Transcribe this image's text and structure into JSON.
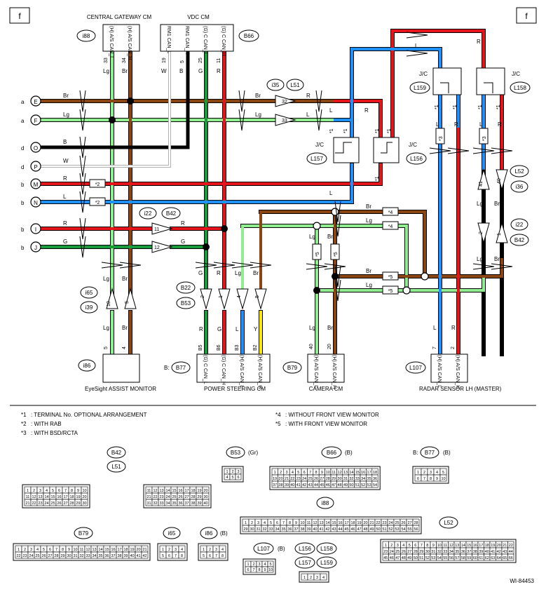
{
  "page_tag": "f",
  "doc_number": "WI-84453",
  "modules": {
    "gateway": {
      "title": "CENTRAL GATEWAY CM",
      "conn": "i88",
      "pins": [
        "33",
        "34"
      ],
      "pin_labels": [
        "(H) A/S CAN_L",
        "(H) A/S CAN_H"
      ]
    },
    "vdc": {
      "title": "VDC CM",
      "conn": "B66",
      "pins": [
        "19",
        "5",
        "25",
        "11"
      ],
      "pin_labels": [
        "RM1 CAN_L",
        "RM1 CAN_H",
        "(G) C CAN_L",
        "(G) C CAN_H"
      ]
    },
    "eyesight": {
      "title": "EyeSight ASSIST MONITOR",
      "conn": "i86",
      "pins": [
        "5",
        "4"
      ]
    },
    "ps": {
      "title": "POWER STEERING CM",
      "conn": "B77",
      "conn_prefix": "B:",
      "pins": [
        "B5",
        "B6",
        "B3",
        "B2"
      ],
      "pin_labels": [
        "(G) C CAN_L",
        "(G) C CAN_H",
        "(H) A/S CAN_L",
        "(H) A/S CAN_H"
      ]
    },
    "camera": {
      "title": "CAMERA CM",
      "conn": "B79",
      "pins": [
        "40",
        "20"
      ],
      "pin_labels": [
        "(H) A/S CAN_L",
        "(H) A/S CAN_H"
      ]
    },
    "radar": {
      "title": "RADAR SENSOR LH (MASTER)",
      "conn": "L107",
      "pins": [
        "7",
        "2"
      ],
      "pin_labels": [
        "(H) A/S CAN_L",
        "(H) A/S CAN_H"
      ]
    }
  },
  "left_terminals": [
    {
      "side": "a",
      "id": "E",
      "wire": "Br"
    },
    {
      "side": "a",
      "id": "F",
      "wire": "Lg"
    },
    {
      "side": "d",
      "id": "O",
      "wire": "B"
    },
    {
      "side": "d",
      "id": "P",
      "wire": "W"
    },
    {
      "side": "b",
      "id": "M",
      "wire": "R",
      "note": "*2"
    },
    {
      "side": "b",
      "id": "N",
      "wire": "L",
      "note": "*2"
    },
    {
      "side": "b",
      "id": "I",
      "wire": "R"
    },
    {
      "side": "b",
      "id": "J",
      "wire": "G"
    }
  ],
  "wire_labels": {
    "br": "Br",
    "lg": "Lg",
    "r": "R",
    "l": "L",
    "g": "G",
    "w": "W",
    "b": "B",
    "y": "Y",
    "star1": "*1"
  },
  "connector_labels": {
    "i35": "i35",
    "L51": "L51",
    "pin32": "32",
    "pin33": "33",
    "i22": "i22",
    "B42": "B42",
    "pin11": "11",
    "pin12": "12",
    "i65": "i65",
    "i39": "i39",
    "pin10": "10",
    "pin5": "5",
    "B22": "B22",
    "B53": "B53",
    "p2": "2",
    "p1": "1",
    "p4": "4",
    "p5": "5",
    "jc": "J/C",
    "L157": "L157",
    "L156": "L156",
    "L159": "L159",
    "L158": "L158",
    "L52": "L52",
    "i36": "i36",
    "pin41": "41",
    "pin40": "40",
    "i22b": "i22",
    "B42b": "B42",
    "pin2b": "2",
    "pin1b": "1",
    "s3": "*3",
    "s4": "*4",
    "s5": "*5"
  },
  "legend": [
    {
      "key": "*1",
      "text": ": TERMINAL No. OPTIONAL ARRANGEMENT"
    },
    {
      "key": "*2",
      "text": ": WITH RAB"
    },
    {
      "key": "*3",
      "text": ": WITH BSD/RCTA"
    },
    {
      "key": "*4",
      "text": ": WITHOUT FRONT VIEW MONITOR"
    },
    {
      "key": "*5",
      "text": ": WITH FRONT VIEW MONITOR"
    }
  ],
  "connector_views": {
    "B42": "B42",
    "L51": "L51",
    "B53": "B53",
    "B53_color": "(Gr)",
    "B66": "B66",
    "B66_color": "(B)",
    "B77_prefix": "B:",
    "B77": "B77",
    "B77_color": "(B)",
    "i88": "i88",
    "B79": "B79",
    "i65": "i65",
    "i86": "i86",
    "i86_color": "(B)",
    "L107": "L107",
    "L107_color": "(B)",
    "L156": "L156",
    "L158": "L158",
    "L157": "L157",
    "L159": "L159",
    "L52": "L52"
  },
  "colors": {
    "brown": "#8b4513",
    "light_green": "#90ee90",
    "red": "#e8141c",
    "blue": "#1e90ff",
    "green": "#1a9a3a",
    "black": "#000000",
    "gray": "#b0b0b0",
    "yellow": "#ffea00"
  }
}
